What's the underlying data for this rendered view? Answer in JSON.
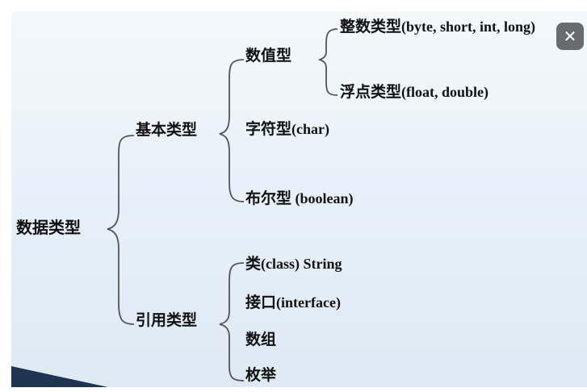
{
  "root": {
    "label": "数据类型"
  },
  "basic": {
    "label": "基本类型",
    "children": {
      "numeric": {
        "label": "数值型",
        "children": [
          {
            "cjk": "整数类型",
            "latin": "(byte, short, int, long)"
          },
          {
            "cjk": "浮点类型",
            "latin": "(float, double)"
          }
        ]
      },
      "char": {
        "cjk": "字符型",
        "latin": "(char)"
      },
      "boolean": {
        "cjk": "布尔型",
        "latin": " (boolean)"
      }
    }
  },
  "reference": {
    "label": "引用类型",
    "children": [
      {
        "cjk": "类",
        "latin": "(class)  String"
      },
      {
        "cjk": "接口",
        "latin": "(interface)"
      },
      {
        "cjk": "数组",
        "latin": ""
      },
      {
        "cjk": "枚举",
        "latin": ""
      }
    ]
  },
  "colors": {
    "slide_bg": "#e8f1f9",
    "ink": "#111111",
    "brace": "#555555",
    "accent_bar": "#1f3450"
  },
  "icons": {
    "close": "close-icon"
  }
}
